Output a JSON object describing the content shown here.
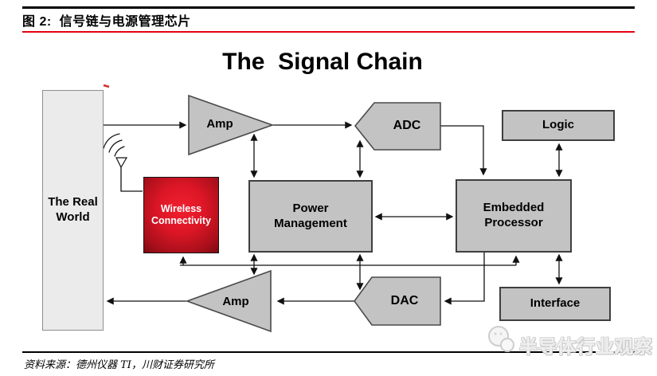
{
  "header": {
    "figure_label": "图 2:  信号链与电源管理芯片"
  },
  "diagram": {
    "title": "The  Signal Chain",
    "blocks": {
      "real_world": {
        "line1": "The Real",
        "line2": "World"
      },
      "amp_top": {
        "label": "Amp"
      },
      "adc": {
        "label": "ADC"
      },
      "logic": {
        "label": "Logic"
      },
      "wireless": {
        "line1": "Wireless",
        "line2": "Connectivity"
      },
      "power": {
        "line1": "Power",
        "line2": "Management"
      },
      "embedded": {
        "line1": "Embedded",
        "line2": "Processor"
      },
      "amp_bottom": {
        "label": "Amp"
      },
      "dac": {
        "label": "DAC"
      },
      "interface": {
        "label": "Interface"
      }
    },
    "icons": {
      "antenna": "wireless-antenna-with-signal-waves"
    }
  },
  "footer": {
    "source": "资料来源：德州仪器 TI，川财证券研究所",
    "watermark": "半导体行业观察"
  },
  "colors": {
    "accent_red": "#e60012",
    "wireless_red": "#d81526",
    "block_gray": "#c3c3c3",
    "real_world_gray": "#ebebeb",
    "watermark_gray": "#cccccc"
  }
}
